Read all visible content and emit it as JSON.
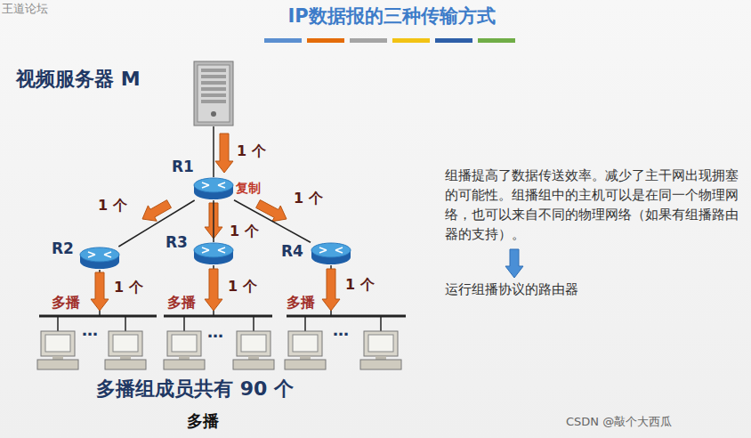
{
  "diagram": {
    "title": "IP数据报的三种传输方式",
    "caption": "多播",
    "nodes": [
      {
        "text": [
          "视频服务器 M"
        ]
      },
      {
        "text": [
          "R1"
        ]
      },
      {
        "text": [
          "R2"
        ]
      },
      {
        "text": [
          "R3"
        ]
      },
      {
        "text": [
          "R4"
        ]
      }
    ],
    "edges": [
      {
        "from": 0,
        "to": 1,
        "arrow": "none"
      },
      {
        "from": 1,
        "to": 2,
        "arrow": "none"
      },
      {
        "from": 1,
        "to": 3,
        "arrow": "none"
      },
      {
        "from": 1,
        "to": 4,
        "arrow": "none"
      }
    ],
    "labels": [
      "王道论坛",
      "1 个",
      "复制",
      "1 个",
      "1 个",
      "1 个",
      "多播",
      "1 个",
      "多播",
      "1 个",
      "多播",
      "1 个",
      "…",
      "…",
      "…",
      "多播组成员共有 90 个",
      "组播提高了数据传送效率。减少了主干网出现拥塞的可能性。组播组中的主机可以是在同一个物理网络，也可以来自不同的物理网络（如果有组播路由器的支持）。",
      "运行组播协议的路由器",
      "CSDN @敲个大西瓜"
    ]
  }
}
